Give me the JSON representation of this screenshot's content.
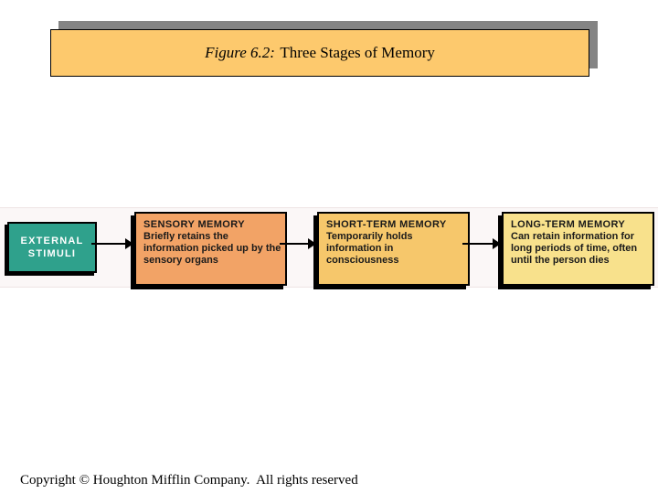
{
  "slide": {
    "title": {
      "prefix_italic": "Figure 6.2:",
      "text": "Three Stages of Memory",
      "fill": "#fdc96d",
      "shadow_color": "#848484"
    },
    "diagram": {
      "strip_bg": "#fbf7f7",
      "arrow_color": "#000000",
      "source": {
        "label": "EXTERNAL STIMULI",
        "fill": "#2fa18c",
        "text_color": "#ffffff"
      },
      "stages": [
        {
          "title": "SENSORY MEMORY",
          "body": "Briefly retains the information picked up by the sensory organs",
          "fill": "#f2a366"
        },
        {
          "title": "SHORT-TERM MEMORY",
          "body": "Temporarily holds information in consciousness",
          "fill": "#f6c76b"
        },
        {
          "title": "LONG-TERM MEMORY",
          "body": "Can retain information for long periods of time, often until the person dies",
          "fill": "#f8e18c"
        }
      ]
    },
    "footer": {
      "copyright": "Copyright © Houghton Mifflin Company.  All rights reserved"
    }
  }
}
